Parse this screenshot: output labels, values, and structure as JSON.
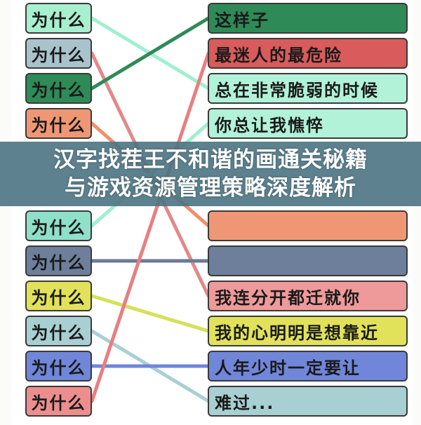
{
  "left_items": [
    {
      "label": "为什么",
      "color": "#a8efcf"
    },
    {
      "label": "为什么",
      "color": "#a9c3cc"
    },
    {
      "label": "为什么",
      "color": "#2e8b57"
    },
    {
      "label": "为什么",
      "color": "#ef9775"
    },
    {
      "label": "为什么",
      "color": "#8fe0c8"
    },
    {
      "label": "为什么",
      "color": "#6d7f9a"
    },
    {
      "label": "为什么",
      "color": "#e1e25a"
    },
    {
      "label": "为什么",
      "color": "#a8cfd2"
    },
    {
      "label": "为什么",
      "color": "#6f86d9"
    },
    {
      "label": "为什么",
      "color": "#ec8e8e"
    }
  ],
  "right_items": [
    {
      "label": "这样子",
      "color": "#2e8b57"
    },
    {
      "label": "最迷人的最危险",
      "color": "#d95b5b"
    },
    {
      "label": "总在非常脆弱的时候",
      "color": "#b2f2d8"
    },
    {
      "label": "你总让我憔悴",
      "color": "#b2f2d8"
    },
    {
      "label": "",
      "color": "#ef9775"
    },
    {
      "label": "",
      "color": "#6d7f9a"
    },
    {
      "label": "我连分开都迁就你",
      "color": "#ef9a9a"
    },
    {
      "label": "我的心明明是想靠近",
      "color": "#e1e25a"
    },
    {
      "label": "人年少时一定要让",
      "color": "#6f86d9"
    },
    {
      "label": "难过...",
      "color": "#a8cfd2"
    }
  ],
  "connections": [
    {
      "from": 1,
      "to": 3,
      "color": "#9ff0cf"
    },
    {
      "from": 2,
      "to": 7,
      "color": "#e08a8a"
    },
    {
      "from": 3,
      "to": 1,
      "color": "#2e8b57"
    },
    {
      "from": 4,
      "to": 5,
      "color": "#ef8f6c"
    },
    {
      "from": 5,
      "to": 4,
      "color": "#9ff0cf"
    },
    {
      "from": 6,
      "to": 6,
      "color": "#6a7a94"
    },
    {
      "from": 7,
      "to": 8,
      "color": "#d6e05a"
    },
    {
      "from": 8,
      "to": 10,
      "color": "#a8d0d2"
    },
    {
      "from": 9,
      "to": 9,
      "color": "#6f86d9"
    },
    {
      "from": 10,
      "to": 2,
      "color": "#e87f7f"
    }
  ],
  "banner": {
    "line1": "汉字找茬王不和谐的画通关秘籍",
    "line2": "与游戏资源管理策略深度解析"
  }
}
